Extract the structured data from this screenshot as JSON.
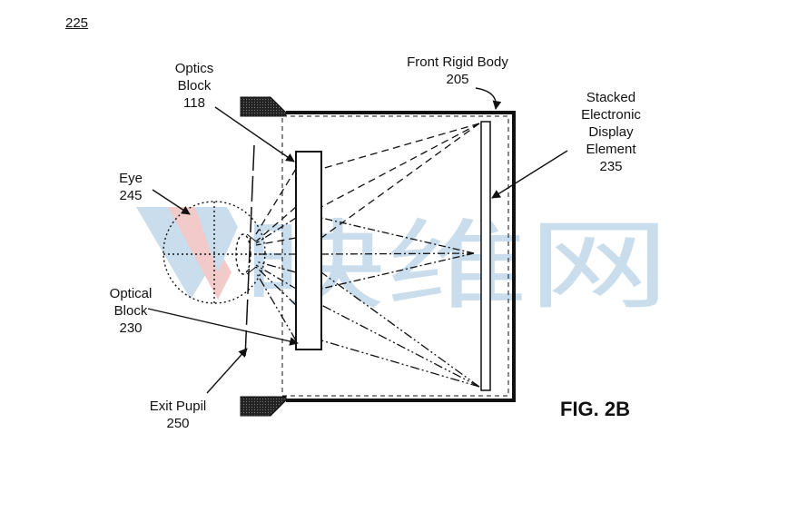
{
  "ref_number": "225",
  "labels": {
    "optics_block": [
      "Optics",
      "Block",
      "118"
    ],
    "front_rigid_body": [
      "Front Rigid Body",
      "205"
    ],
    "stacked_display": [
      "Stacked",
      "Electronic",
      "Display",
      "Element",
      "235"
    ],
    "eye": [
      "Eye",
      "245"
    ],
    "optical_block": [
      "Optical",
      "Block",
      "230"
    ],
    "exit_pupil": [
      "Exit Pupil",
      "250"
    ]
  },
  "figure_label": "FIG. 2B",
  "watermark": {
    "text": "映维网",
    "colors": {
      "blue": "#9fc3df",
      "red": "#e8a0a0"
    }
  },
  "colors": {
    "ink": "#111111",
    "background": "#ffffff"
  }
}
